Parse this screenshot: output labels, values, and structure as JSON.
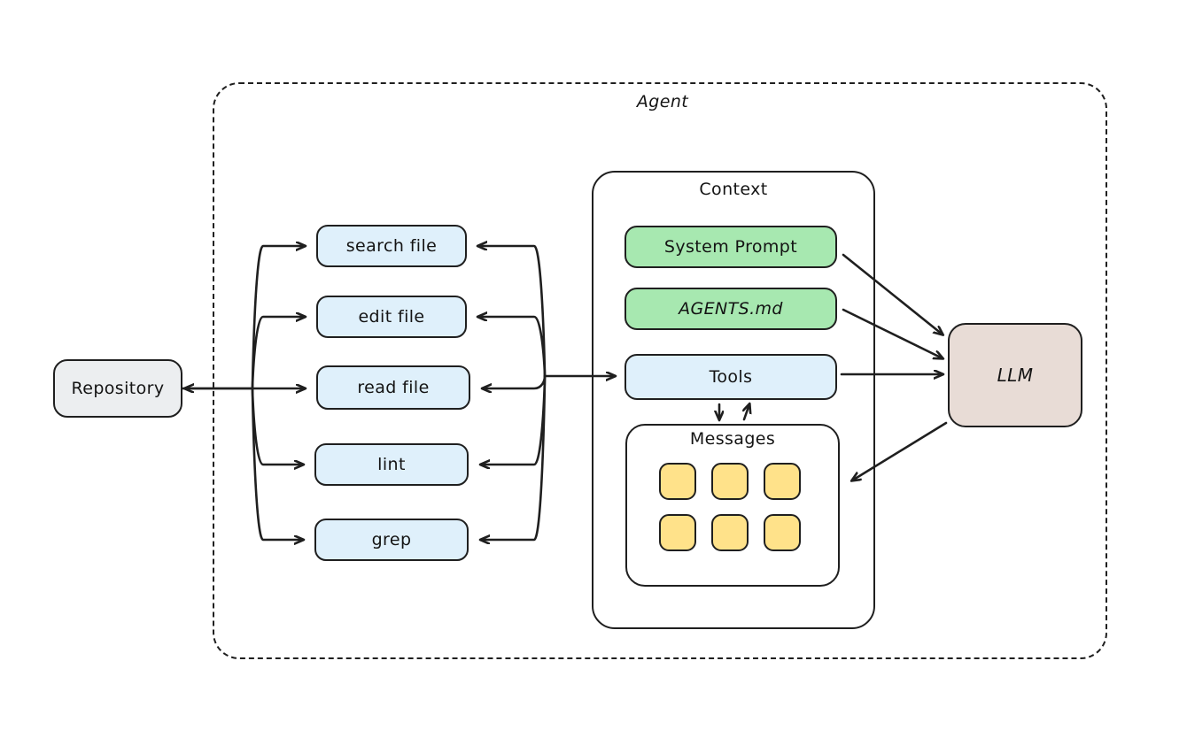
{
  "diagram": {
    "title": "Agent",
    "agent_frame_label": "Agent",
    "context_label": "Context",
    "messages_label": "Messages",
    "repository_label": "Repository",
    "llm_label": "LLM",
    "tools": [
      {
        "label": "search file"
      },
      {
        "label": "edit file"
      },
      {
        "label": "read file"
      },
      {
        "label": "lint"
      },
      {
        "label": "grep"
      }
    ],
    "context_items": [
      {
        "label": "System Prompt",
        "kind": "green"
      },
      {
        "label": "AGENTS.md",
        "kind": "green"
      },
      {
        "label": "Tools",
        "kind": "blue"
      }
    ],
    "message_cells": [
      {
        "id": "m1"
      },
      {
        "id": "m2"
      },
      {
        "id": "m3"
      },
      {
        "id": "m4"
      },
      {
        "id": "m5"
      },
      {
        "id": "m6"
      }
    ],
    "colors": {
      "tool_fill": "#dff0fb",
      "context_green_fill": "#a7e8b0",
      "context_blue_fill": "#dff0fb",
      "message_fill": "#ffe28a",
      "repository_fill": "#eceef0",
      "llm_fill": "#e8dcd6",
      "stroke": "#1f1f1f",
      "background": "#ffffff"
    }
  }
}
